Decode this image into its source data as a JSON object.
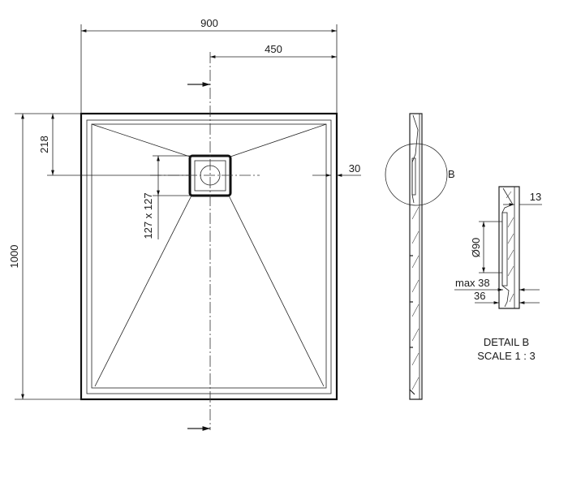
{
  "drawing": {
    "dimensions": {
      "width_total": "900",
      "half_width": "450",
      "length_total": "1000",
      "drain_offset": "218",
      "drain_size": "127 x 127",
      "edge_width": "30"
    },
    "section": {
      "detail_marker": "B"
    },
    "detail": {
      "dim_top": "13",
      "dim_drain_diameter": "Ø90",
      "dim_max": "max 38",
      "dim_thickness": "36",
      "title": "DETAIL B",
      "scale": "SCALE 1 : 3"
    }
  }
}
